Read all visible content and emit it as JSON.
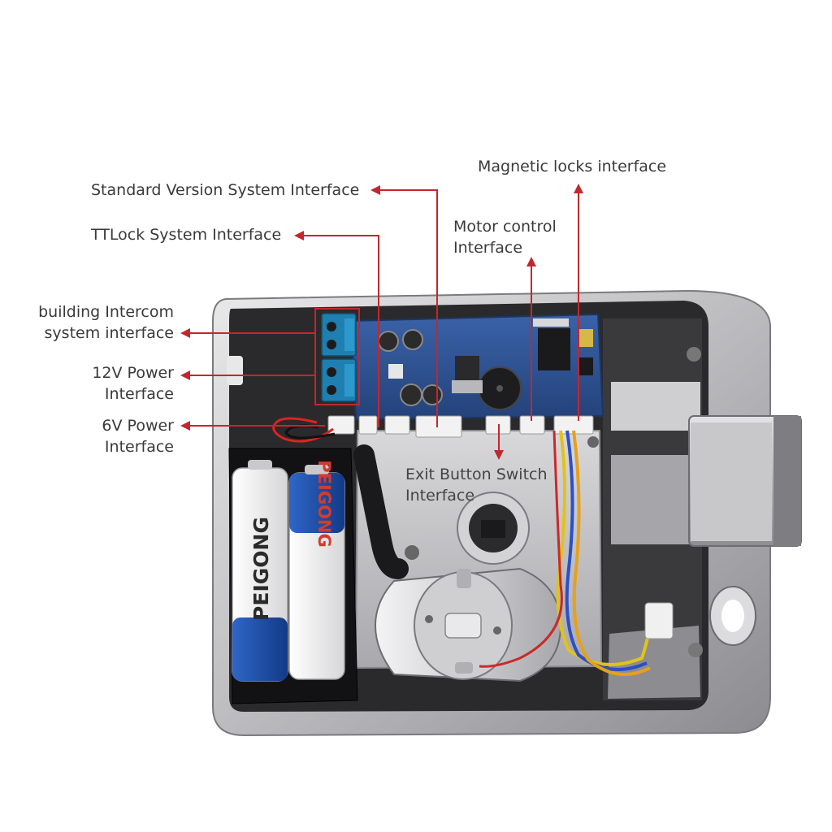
{
  "labels": {
    "standard_version": "Standard Version System Interface",
    "ttlock": "TTLock System Interface",
    "magnetic_locks": "Magnetic locks interface",
    "motor_control": [
      "Motor control",
      "Interface"
    ],
    "building_intercom": [
      "building Intercom",
      "system interface"
    ],
    "power_12v": [
      "12V Power",
      "Interface"
    ],
    "power_6v": [
      "6V Power",
      "Interface"
    ],
    "exit_button": [
      "Exit Button Switch",
      "Interface"
    ]
  },
  "battery_brand": "PEIGONG",
  "colors": {
    "callout_line": "#c2272d",
    "text": "#3a3a3a",
    "pcb": "#2f4f8f",
    "terminal_block": "#1f7fb0",
    "housing": "#5a5a5e"
  }
}
